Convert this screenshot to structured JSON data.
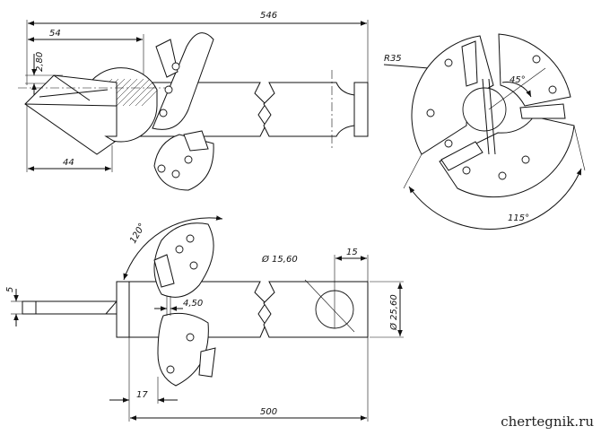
{
  "top_view": {
    "dims": {
      "overall_length": "546",
      "cone_length": "54",
      "cone_gap": "2,80",
      "tip_length": "44"
    }
  },
  "end_view": {
    "dims": {
      "radius": "R35",
      "cut_angle": "45°",
      "sector_angle": "115°"
    }
  },
  "front_view": {
    "dims": {
      "blade_angle": "120°",
      "hole_diameter": "Ø 15,60",
      "hole_offset": "15",
      "rod_thickness": "5",
      "slot_width": "4,50",
      "shaft_diameter": "Ø 25,60",
      "blade_offset": "17",
      "shaft_length": "500"
    }
  },
  "watermark": "chertegnik.ru"
}
